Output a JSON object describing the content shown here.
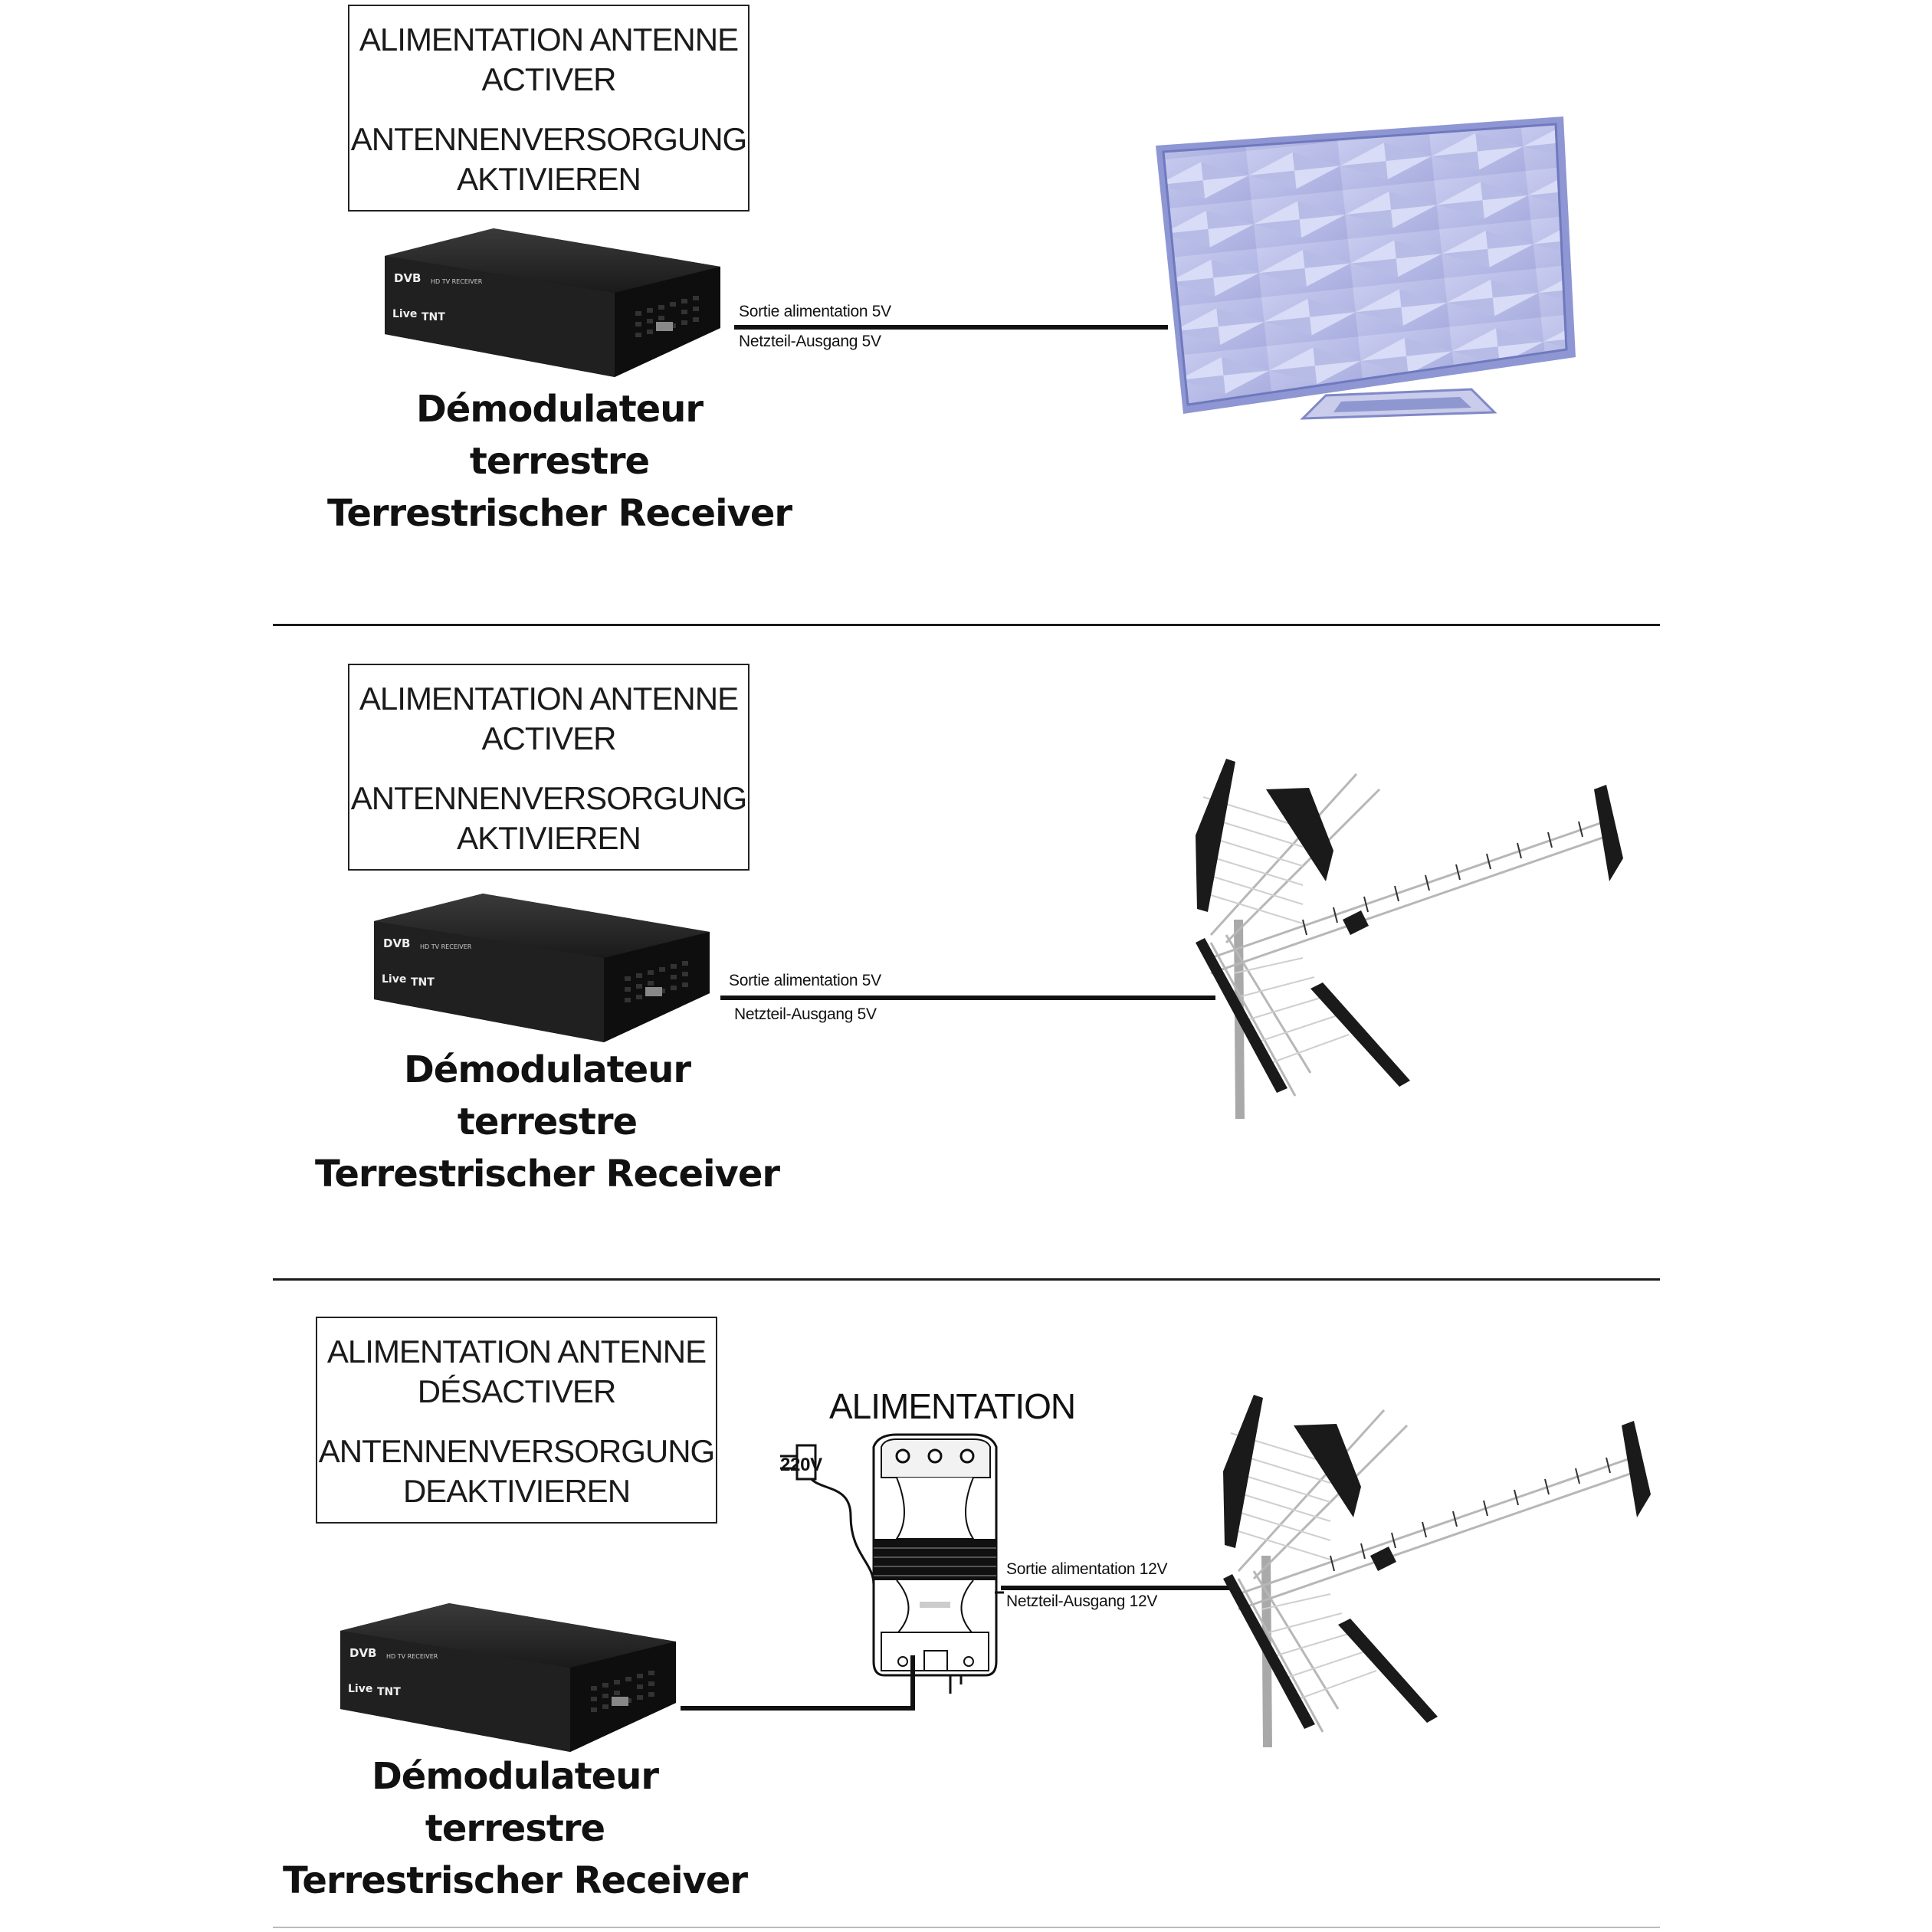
{
  "panels": [
    {
      "notice": {
        "line1": "ALIMENTATION ANTENNE",
        "line2": "ACTIVER",
        "line3": "ANTENNENVERSORGUNG",
        "line4": "AKTIVIEREN"
      },
      "receiver": {
        "brand": "DVB",
        "model": "HD TV RECEIVER",
        "logo_live": "Live",
        "logo_tnt": "TNT",
        "caption_fr": "Démodulateur terrestre",
        "caption_de": "Terrestrischer Receiver"
      },
      "cable": {
        "label_top": "Sortie alimentation 5V",
        "label_bottom": "Netzteil-Ausgang 5V"
      }
    },
    {
      "notice": {
        "line1": "ALIMENTATION ANTENNE",
        "line2": "ACTIVER",
        "line3": "ANTENNENVERSORGUNG",
        "line4": "AKTIVIEREN"
      },
      "receiver": {
        "brand": "DVB",
        "model": "HD TV RECEIVER",
        "logo_live": "Live",
        "logo_tnt": "TNT",
        "caption_fr": "Démodulateur terrestre",
        "caption_de": "Terrestrischer Receiver"
      },
      "cable": {
        "label_top": "Sortie alimentation  5V",
        "label_bottom": "Netzteil-Ausgang 5V"
      }
    },
    {
      "notice": {
        "line1": "ALIMENTATION ANTENNE",
        "line2": "DÉSACTIVER",
        "line3": "ANTENNENVERSORGUNG",
        "line4": "DEAKTIVIEREN"
      },
      "receiver": {
        "brand": "DVB",
        "model": "HD TV RECEIVER",
        "logo_live": "Live",
        "logo_tnt": "TNT",
        "caption_fr": "Démodulateur terrestre",
        "caption_de": "Terrestrischer Receiver"
      },
      "power_supply": {
        "title": "ALIMENTATION",
        "mains_label": "220V"
      },
      "cable": {
        "label_top": "Sortie alimentation  12V",
        "label_bottom": "Netzteil-Ausgang 12V"
      }
    }
  ],
  "colors": {
    "antenna_panel": "#b8bde8",
    "antenna_frame": "#7f89c9",
    "receiver_body": "#1c1c1c",
    "line": "#111111"
  }
}
